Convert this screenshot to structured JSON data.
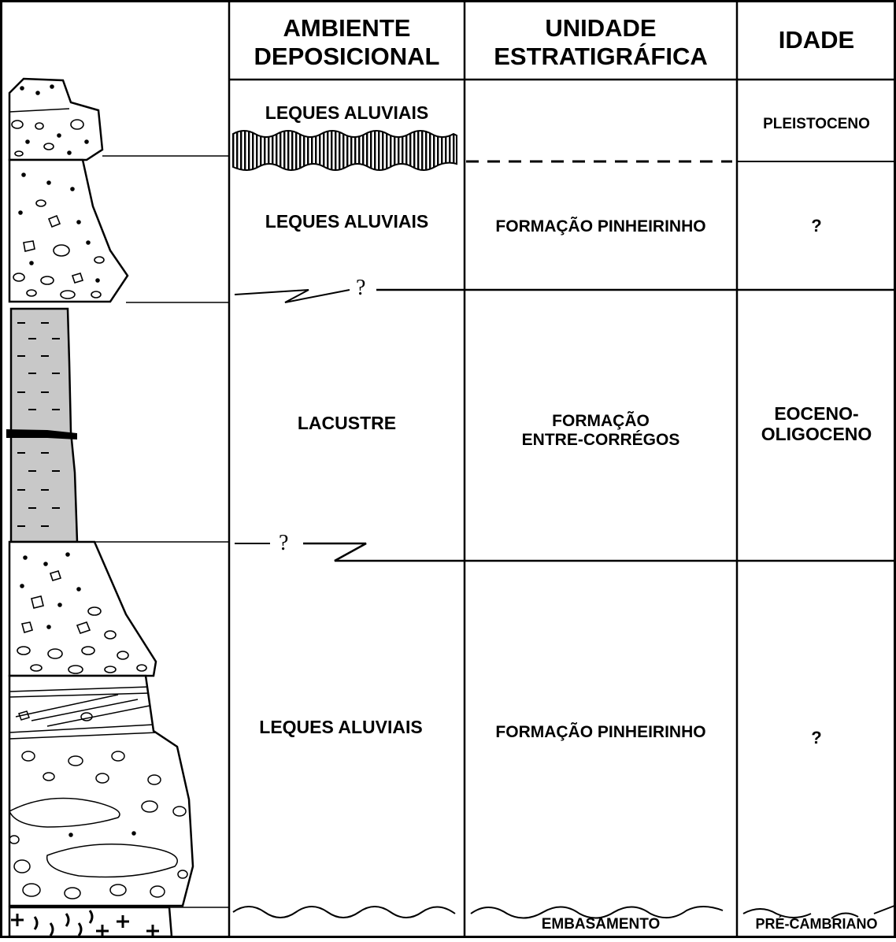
{
  "headers": {
    "environment_line1": "AMBIENTE",
    "environment_line2": "DEPOSICIONAL",
    "unit_line1": "UNIDADE",
    "unit_line2": "ESTRATIGRÁFICA",
    "age": "IDADE"
  },
  "rows": [
    {
      "environment": "LEQUES ALUVIAIS",
      "unit": "",
      "age": "PLEISTOCENO"
    },
    {
      "environment": "LEQUES ALUVIAIS",
      "unit": "FORMAÇÃO PINHEIRINHO",
      "age": "?"
    },
    {
      "environment": "LACUSTRE",
      "unit_line1": "FORMAÇÃO",
      "unit_line2": "ENTRE-CORRÉGOS",
      "age_line1": "EOCENO-",
      "age_line2": "OLIGOCENO"
    },
    {
      "environment": "LEQUES ALUVIAIS",
      "unit": "FORMAÇÃO PINHEIRINHO",
      "age": "?"
    },
    {
      "environment": "",
      "unit": "EMBASAMENTO",
      "age": "PRÉ-CAMBRIANO"
    }
  ],
  "boundary_marks": {
    "upper_question": "?",
    "lower_question": "?"
  },
  "colors": {
    "line": "#000000",
    "lacustrine_fill": "#c8c8c8",
    "background": "#ffffff"
  }
}
